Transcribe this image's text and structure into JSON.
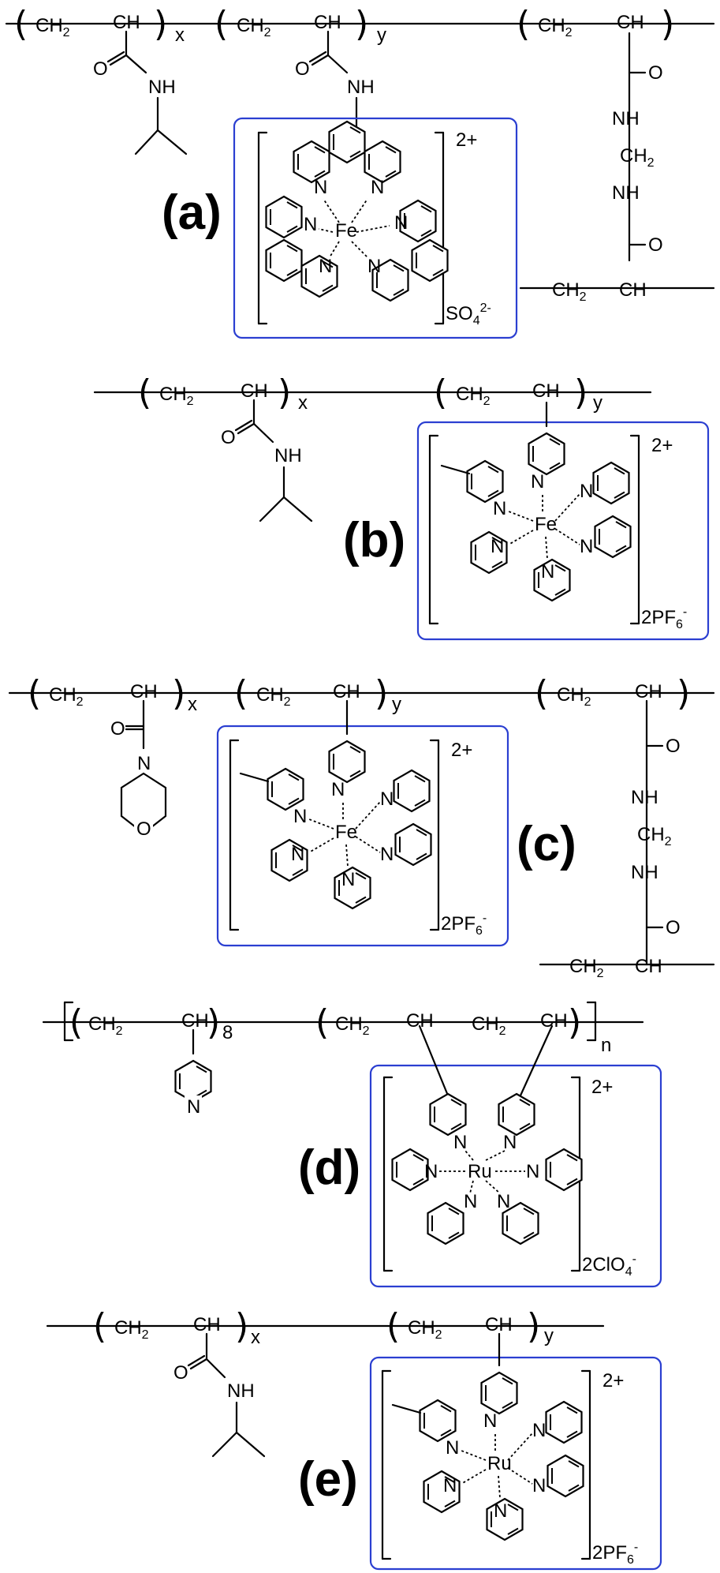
{
  "panels": {
    "a": {
      "tag": "(a)",
      "units": [
        {
          "l1": "CH",
          "l1s": "2",
          "l2": "CH",
          "sub": "x"
        },
        {
          "l1": "CH",
          "l1s": "2",
          "l2": "CH",
          "sub": "y"
        },
        {
          "l1": "CH",
          "l1s": "2",
          "l2": "CH",
          "sub": ""
        }
      ],
      "nh": "NH",
      "o": "O",
      "crosslinker": {
        "o1": "O",
        "nh1": "NH",
        "ch2": "CH",
        "ch2s": "2",
        "nh2": "NH",
        "o2": "O",
        "bot1": "CH",
        "bot1s": "2",
        "bot2": "CH"
      },
      "complex": {
        "metal": "Fe",
        "n": "N",
        "charge": "2+",
        "counter": "SO",
        "counter_sub": "4",
        "counter_sup": "2-"
      }
    },
    "b": {
      "tag": "(b)",
      "units": [
        {
          "l1": "CH",
          "l1s": "2",
          "l2": "CH",
          "sub": "x"
        },
        {
          "l1": "CH",
          "l1s": "2",
          "l2": "CH",
          "sub": "y"
        }
      ],
      "nh": "NH",
      "o": "O",
      "complex": {
        "metal": "Fe",
        "n": "N",
        "charge": "2+",
        "counter": "2PF",
        "counter_sub": "6",
        "counter_sup": "-"
      }
    },
    "c": {
      "tag": "(c)",
      "units": [
        {
          "l1": "CH",
          "l1s": "2",
          "l2": "CH",
          "sub": "x"
        },
        {
          "l1": "CH",
          "l1s": "2",
          "l2": "CH",
          "sub": "y"
        },
        {
          "l1": "CH",
          "l1s": "2",
          "l2": "CH",
          "sub": ""
        }
      ],
      "morph": {
        "o1": "O",
        "n": "N",
        "o2": "O"
      },
      "crosslinker": {
        "o1": "O",
        "nh1": "NH",
        "ch2": "CH",
        "ch2s": "2",
        "nh2": "NH",
        "o2": "O",
        "bot1": "CH",
        "bot1s": "2",
        "bot2": "CH"
      },
      "complex": {
        "metal": "Fe",
        "n": "N",
        "charge": "2+",
        "counter": "2PF",
        "counter_sub": "6",
        "counter_sup": "-"
      }
    },
    "d": {
      "tag": "(d)",
      "units": [
        {
          "l1": "CH",
          "l1s": "2",
          "l2": "CH",
          "sub": "8"
        },
        {
          "l1": "CH",
          "l1s": "2",
          "l2": "CH",
          "l3": "CH",
          "l3s": "2",
          "l4": "CH",
          "sub": "n"
        }
      ],
      "pyn": "N",
      "complex": {
        "metal": "Ru",
        "n": "N",
        "charge": "2+",
        "counter": "2ClO",
        "counter_sub": "4",
        "counter_sup": "-"
      }
    },
    "e": {
      "tag": "(e)",
      "units": [
        {
          "l1": "CH",
          "l1s": "2",
          "l2": "CH",
          "sub": "x"
        },
        {
          "l1": "CH",
          "l1s": "2",
          "l2": "CH",
          "sub": "y"
        }
      ],
      "nh": "NH",
      "o": "O",
      "complex": {
        "metal": "Ru",
        "n": "N",
        "charge": "2+",
        "counter": "2PF",
        "counter_sub": "6",
        "counter_sup": "-"
      }
    }
  },
  "colors": {
    "box": "#2b3fd1",
    "ink": "#000000"
  }
}
